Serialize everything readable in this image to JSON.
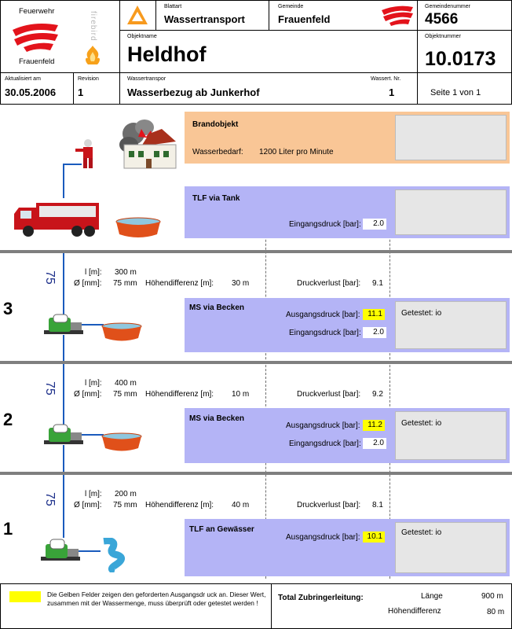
{
  "header": {
    "fw_label": "Feuerwehr",
    "fw_name": "Frauenfeld",
    "firebird_text": "firebird",
    "blattart_label": "Blattart",
    "blattart_value": "Wassertransport",
    "gemeinde_label": "Gemeinde",
    "gemeinde_value": "Frauenfeld",
    "gemeindenummer_label": "Gemeindenummer",
    "gemeindenummer_value": "4566",
    "objektname_label": "Objektname",
    "objektname_value": "Heldhof",
    "objektnummer_label": "Objektnummer",
    "objektnummer_value": "10.0173",
    "aktualisiert_label": "Aktualisiert am",
    "aktualisiert_value": "30.05.2006",
    "revision_label": "Revision",
    "revision_value": "1",
    "wassertransport_label": "Wassertranspor",
    "wassertransport_value": "Wasserbezug ab Junkerhof",
    "wassert_nr_label": "Wassert. Nr.",
    "wassert_nr_value": "1",
    "seite": "Seite 1 von 1"
  },
  "brandobjekt": {
    "title": "Brandobjekt",
    "wasserbedarf_label": "Wasserbedarf:",
    "wasserbedarf_value": "1200 Liter pro Minute"
  },
  "tlf_tank": {
    "title": "TLF via Tank",
    "eingangsdruck_label": "Eingangsdruck [bar]:",
    "eingangsdruck_value": "2.0"
  },
  "sections": [
    {
      "number": "3",
      "hose": "75",
      "l_label": "l [m]:",
      "l_value": "300 m",
      "d_label": "Ø [mm]:",
      "d_value": "75 mm",
      "hd_label": "Höhendifferenz [m]:",
      "hd_value": "30 m",
      "dv_label": "Druckverlust [bar]:",
      "dv_value": "9.1",
      "title": "MS via Becken",
      "ausgang_label": "Ausgangsdruck [bar]:",
      "ausgang_value": "11.1",
      "eingang_label": "Eingangsdruck [bar]:",
      "eingang_value": "2.0",
      "getestet": "Getestet: io"
    },
    {
      "number": "2",
      "hose": "75",
      "l_label": "l [m]:",
      "l_value": "400 m",
      "d_label": "Ø [mm]:",
      "d_value": "75 mm",
      "hd_label": "Höhendifferenz [m]:",
      "hd_value": "10 m",
      "dv_label": "Druckverlust [bar]:",
      "dv_value": "9.2",
      "title": "MS via Becken",
      "ausgang_label": "Ausgangsdruck [bar]:",
      "ausgang_value": "11.2",
      "eingang_label": "Eingangsdruck [bar]:",
      "eingang_value": "2.0",
      "getestet": "Getestet: io"
    },
    {
      "number": "1",
      "hose": "75",
      "l_label": "l [m]:",
      "l_value": "200 m",
      "d_label": "Ø [mm]:",
      "d_value": "75 mm",
      "hd_label": "Höhendifferenz [m]:",
      "hd_value": "40 m",
      "dv_label": "Druckverlust [bar]:",
      "dv_value": "8.1",
      "title": "TLF an Gewässer",
      "ausgang_label": "Ausgangsdruck [bar]:",
      "ausgang_value": "10.1",
      "getestet": "Getestet: io"
    }
  ],
  "footer": {
    "note": "Die Gelben Felder zeigen den geforderten Ausgangsdr uck an. Dieser Wert, zusammen mit der Wassermenge, muss überprüft oder getestet werden !",
    "total_label": "Total Zubringerleitung:",
    "laenge_label": "Länge",
    "laenge_value": "900 m",
    "hd_label": "Höhendifferenz",
    "hd_value": "80 m"
  },
  "colors": {
    "panel": "#b4b4f6",
    "brand": "#f9c696",
    "yellow": "#ffff00",
    "hose": "#1a5bbd",
    "logo_red": "#e3131b"
  }
}
